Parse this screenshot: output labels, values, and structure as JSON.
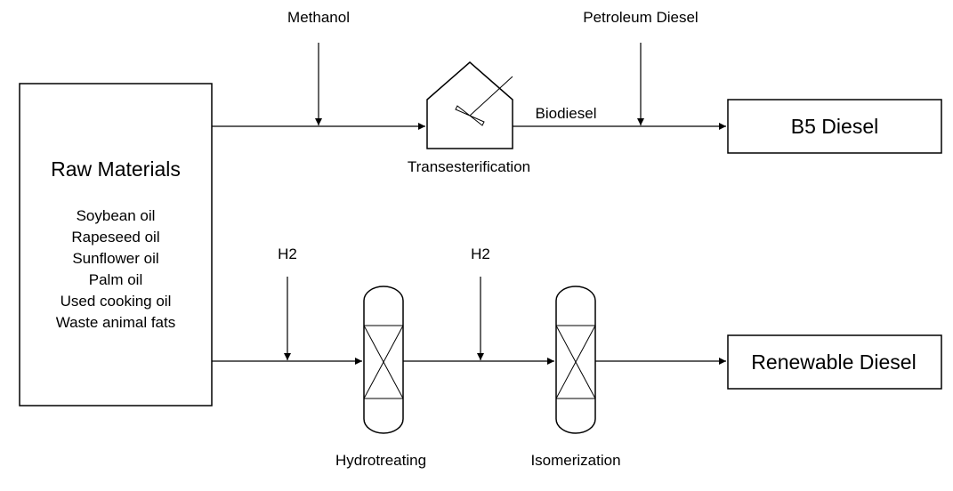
{
  "colors": {
    "stroke": "#000000",
    "background": "#ffffff"
  },
  "raw_materials": {
    "title": "Raw Materials",
    "items": [
      "Soybean oil",
      "Rapeseed oil",
      "Sunflower oil",
      "Palm oil",
      "Used cooking oil",
      "Waste animal fats"
    ]
  },
  "biodiesel_route": {
    "input_methanol": "Methanol",
    "unit": "Transesterification",
    "intermediate": "Biodiesel",
    "input_blend": "Petroleum Diesel",
    "product": "B5 Diesel"
  },
  "renewable_route": {
    "input_h2_first": "H2",
    "unit_first": "Hydrotreating",
    "input_h2_second": "H2",
    "unit_second": "Isomerization",
    "product": "Renewable Diesel"
  }
}
